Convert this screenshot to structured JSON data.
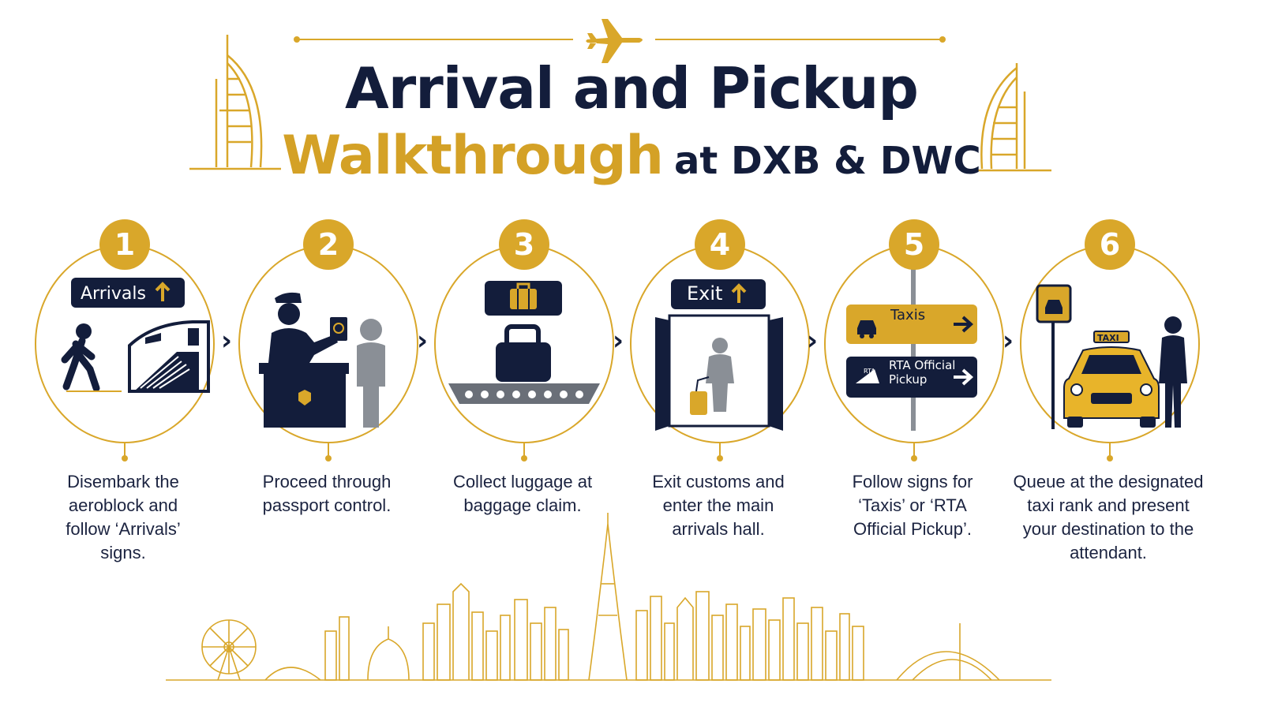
{
  "header": {
    "title_line1": "Arrival and Pickup",
    "title_highlight": "Walkthrough",
    "title_suffix": "at DXB & DWC"
  },
  "colors": {
    "gold": "#d9a72a",
    "navy": "#131d3b",
    "gray": "#8a8f96",
    "white": "#ffffff"
  },
  "steps": [
    {
      "number": "1",
      "icon": "walking-to-aircraft-icon",
      "sign": "Arrivals",
      "description": "Disembark the aeroblock and follow ‘Arrivals’ signs."
    },
    {
      "number": "2",
      "icon": "passport-control-icon",
      "description": "Proceed through passport control."
    },
    {
      "number": "3",
      "icon": "baggage-carousel-icon",
      "description": "Collect luggage at baggage claim."
    },
    {
      "number": "4",
      "icon": "exit-doors-icon",
      "sign": "Exit",
      "description": "Exit customs and enter the main arrivals hall."
    },
    {
      "number": "5",
      "icon": "direction-signs-icon",
      "sign": "Taxis",
      "sign2_line1": "RTA Official",
      "sign2_line2": "Pickup",
      "sign2_logo": "RTA",
      "description": "Follow signs for ‘Taxis’ or ‘RTA Official Pickup’."
    },
    {
      "number": "6",
      "icon": "taxi-rank-icon",
      "sign": "TAXI",
      "description": "Queue at the designated taxi rank and present your destination to the attendant."
    }
  ]
}
